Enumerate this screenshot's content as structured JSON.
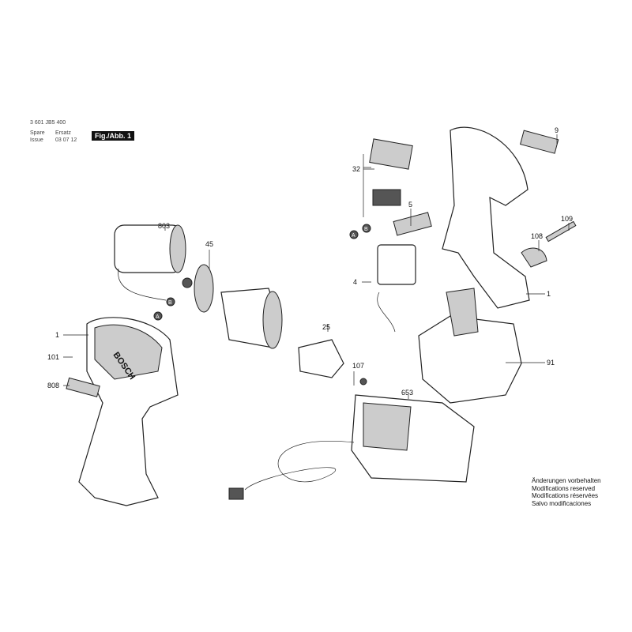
{
  "header": {
    "doc_id": "3 601 JB5 400",
    "spare_label": "Spare",
    "spare_value": "Ersatz",
    "issue_label": "Issue",
    "issue_value": "03 07 12",
    "figure": "Fig./Abb. 1"
  },
  "parts": [
    {
      "id": "1a",
      "label": "1"
    },
    {
      "id": "101",
      "label": "101"
    },
    {
      "id": "808",
      "label": "808"
    },
    {
      "id": "803",
      "label": "803"
    },
    {
      "id": "45",
      "label": "45"
    },
    {
      "id": "25",
      "label": "25"
    },
    {
      "id": "107",
      "label": "107"
    },
    {
      "id": "653",
      "label": "653"
    },
    {
      "id": "32",
      "label": "32"
    },
    {
      "id": "5",
      "label": "5"
    },
    {
      "id": "4",
      "label": "4"
    },
    {
      "id": "9",
      "label": "9"
    },
    {
      "id": "109",
      "label": "109"
    },
    {
      "id": "108",
      "label": "108"
    },
    {
      "id": "1b",
      "label": "1"
    },
    {
      "id": "91",
      "label": "91"
    }
  ],
  "connectors": {
    "a": "A",
    "b": "B"
  },
  "brand_mark": "BOSCH",
  "notes": [
    "Änderungen vorbehalten",
    "Modifications reserved",
    "Modifications réservées",
    "Salvo modificaciones"
  ]
}
